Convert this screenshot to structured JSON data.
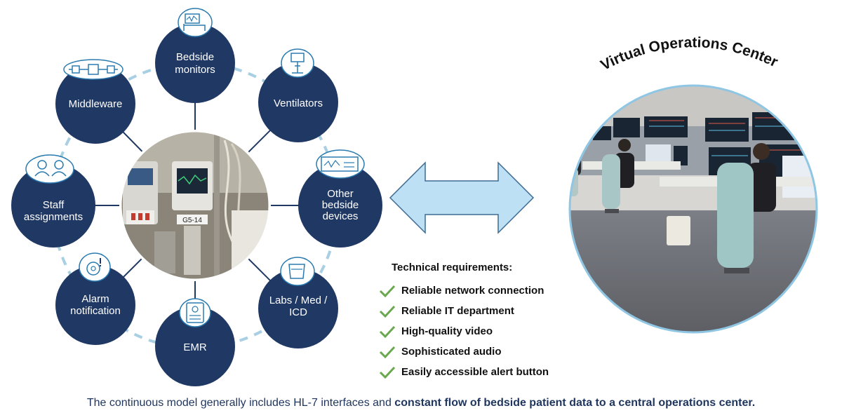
{
  "diagram": {
    "colors": {
      "node_fill": "#1f3864",
      "connector_dash": "#a9cfe3",
      "icon_stroke": "#2b7bb0",
      "arrow_fill": "#bde0f5",
      "arrow_stroke": "#3d6b92",
      "check_color": "#6aa84f",
      "caption_color": "#1e355e"
    },
    "center_image": {
      "label": "G5-14",
      "icon": "bedside-equipment-photo"
    },
    "nodes": [
      {
        "id": "bedside-monitors",
        "lines": [
          "Bedside",
          "monitors"
        ],
        "icon": "bed-monitor-icon"
      },
      {
        "id": "ventilators",
        "lines": [
          "Ventilators"
        ],
        "icon": "ventilator-icon"
      },
      {
        "id": "other-bedside-devices",
        "lines": [
          "Other",
          "bedside",
          "devices"
        ],
        "icon": "device-panel-icon"
      },
      {
        "id": "labs-med-icd",
        "lines": [
          "Labs / Med /",
          "ICD"
        ],
        "icon": "lab-cup-icon"
      },
      {
        "id": "emr",
        "lines": [
          "EMR"
        ],
        "icon": "record-card-icon"
      },
      {
        "id": "alarm-notification",
        "lines": [
          "Alarm",
          "notification"
        ],
        "icon": "alarm-icon"
      },
      {
        "id": "staff-assignments",
        "lines": [
          "Staff",
          "assignments"
        ],
        "icon": "staff-icon"
      },
      {
        "id": "middleware",
        "lines": [
          "Middleware"
        ],
        "icon": "middleware-icon"
      }
    ]
  },
  "exchange_arrow": {
    "icon": "double-arrow-icon"
  },
  "operations_center": {
    "title": "Virtual Operations Center",
    "photo": "operations-center-photo"
  },
  "requirements": {
    "title": "Technical requirements:",
    "items": [
      "Reliable network connection",
      "Reliable IT department",
      "High-quality video",
      "Sophisticated audio",
      "Easily accessible alert button"
    ]
  },
  "caption": {
    "plain": "The continuous model generally includes HL-7 interfaces and ",
    "bold": "constant flow of bedside patient data to a central operations center."
  }
}
